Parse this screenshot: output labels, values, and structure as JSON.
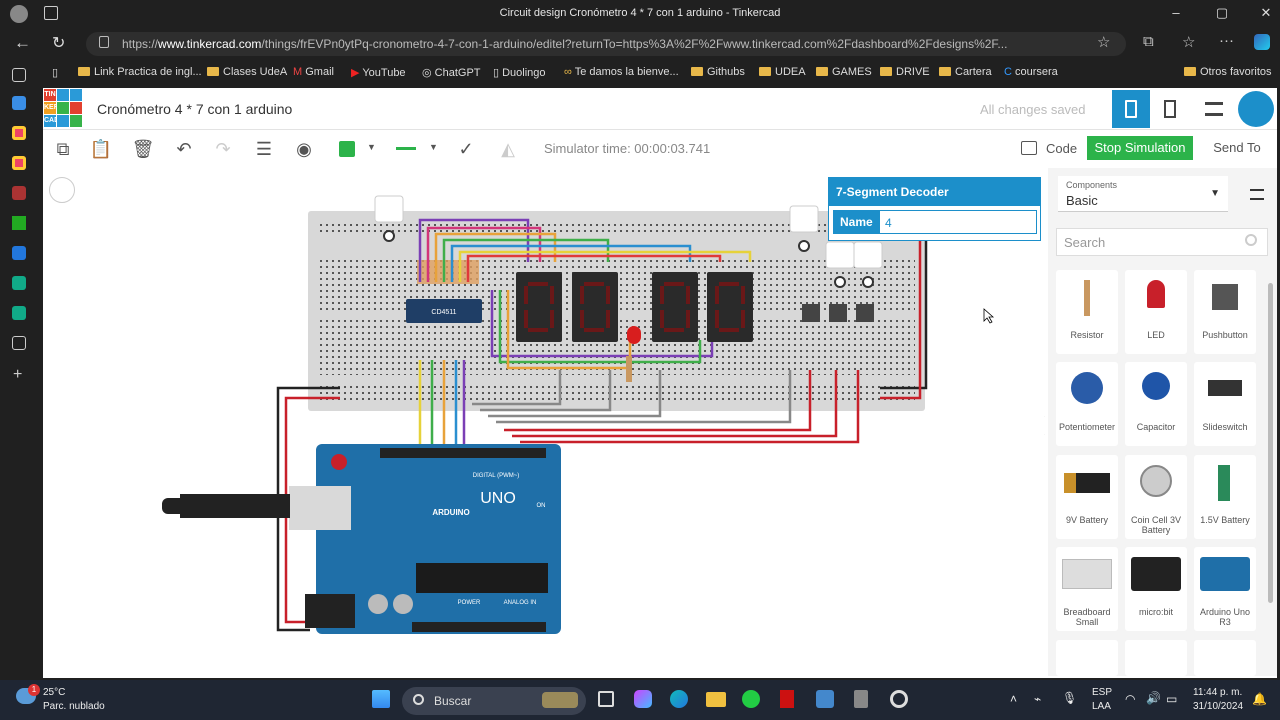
{
  "window": {
    "title": "Circuit design Cronómetro 4 * 7 con 1 arduino - Tinkercad"
  },
  "browser": {
    "url_prefix": "https://",
    "url_domain": "www.tinkercad.com",
    "url_rest": "/things/frEVPn0ytPq-cronometro-4-7-con-1-arduino/editel?returnTo=https%3A%2F%2Fwww.tinkercad.com%2Fdashboard%2Fdesigns%2F..."
  },
  "bookmarks": [
    "Link Practica de ingl...",
    "Clases UdeA",
    "Gmail",
    "YouTube",
    "ChatGPT",
    "Duolingo",
    "Te damos la bienve...",
    "Githubs",
    "UDEA",
    "GAMES",
    "DRIVE",
    "Cartera",
    "coursera",
    "Otros favoritos"
  ],
  "app": {
    "logo": [
      "TIN",
      "KER",
      "CAD"
    ],
    "project_name": "Cronómetro 4 * 7 con 1 arduino",
    "save_status": "All changes saved",
    "simulator_time": "Simulator time: 00:00:03.741",
    "code_label": "Code",
    "stop_label": "Stop Simulation",
    "send_label": "Send To",
    "accent": "#1c8fca",
    "stop_color": "#2cb34a"
  },
  "inspector": {
    "title": "7-Segment Decoder",
    "name_label": "Name",
    "name_value": "4"
  },
  "circuit": {
    "chip_label": "CD4511",
    "board_label": "UNO",
    "brand_label": "ARDUINO",
    "digital_label": "DIGITAL (PWM~)",
    "power_label": "POWER",
    "analog_label": "ANALOG IN",
    "on_label": "ON"
  },
  "panel": {
    "components_label": "Components",
    "components_value": "Basic",
    "search_placeholder": "Search",
    "items": [
      "Resistor",
      "LED",
      "Pushbutton",
      "Potentiometer",
      "Capacitor",
      "Slideswitch",
      "9V Battery",
      "Coin Cell 3V Battery",
      "1.5V Battery",
      "Breadboard Small",
      "micro:bit",
      "Arduino Uno R3"
    ]
  },
  "taskbar": {
    "weather_temp": "25°C",
    "weather_desc": "Parc. nublado",
    "search_label": "Buscar",
    "lang": "ESP",
    "lang2": "LAA",
    "time": "11:44 p. m.",
    "date": "31/10/2024",
    "badge": "1"
  }
}
